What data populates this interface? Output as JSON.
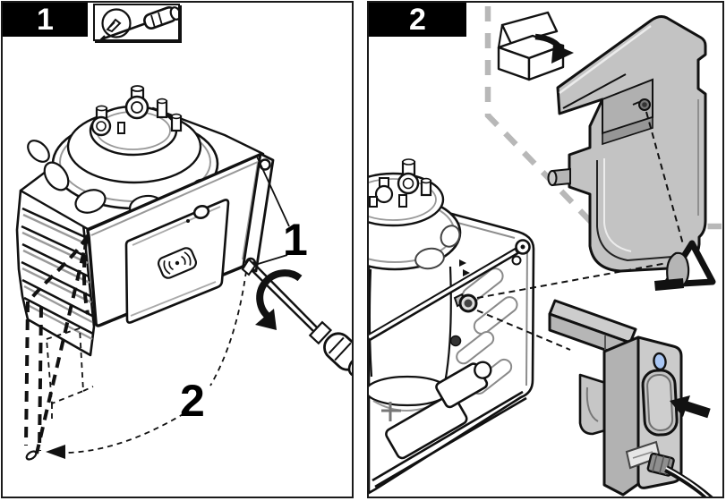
{
  "figure": {
    "kind": "installation-instruction-illustration",
    "panel_count": 2
  },
  "steps": [
    {
      "label": "1",
      "tool_badge_icon": "flat-screwdriver-icon"
    },
    {
      "label": "2",
      "tool_badge_icon": null
    }
  ],
  "callouts": [
    {
      "label": "1",
      "points_to": "door-screws"
    },
    {
      "label": "2",
      "points_to": "door-open-swing"
    }
  ],
  "icons": [
    "flat-screwdriver-icon",
    "rotate-counterclockwise-arrow-icon",
    "door-swing-arc-arrow-icon",
    "unpack-box-icon",
    "hand-tighten-warning-icon",
    "push-arrow-icon",
    "wireless-logo-icon"
  ],
  "colors": {
    "background": "#ffffff",
    "line": "#111111",
    "step_badge_bg": "#000000",
    "step_badge_text": "#ffffff",
    "part_gray": "#c3c3c3",
    "part_gray_dark": "#b0b0b0",
    "boundary_dash_gray": "#b8b8b8",
    "led_blue": "#a9c6f3"
  }
}
